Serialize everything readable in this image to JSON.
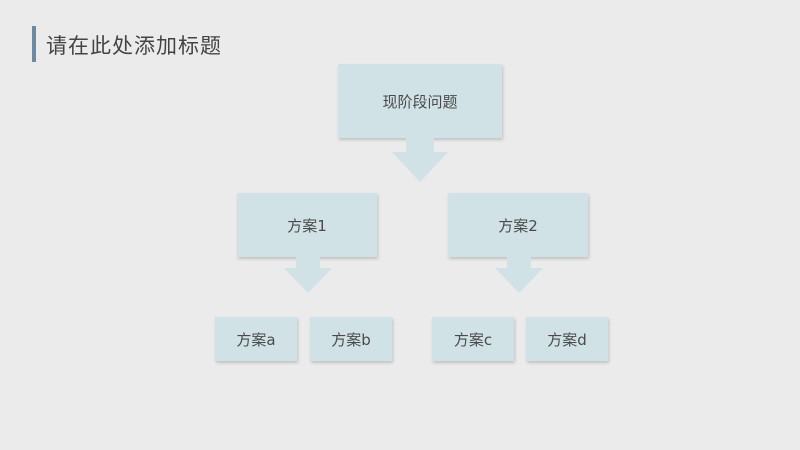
{
  "slide": {
    "title": "请在此处添加标题"
  },
  "diagram": {
    "root": {
      "label": "现阶段问题"
    },
    "level2": [
      {
        "label": "方案1"
      },
      {
        "label": "方案2"
      }
    ],
    "level3": [
      {
        "label": "方案a"
      },
      {
        "label": "方案b"
      },
      {
        "label": "方案c"
      },
      {
        "label": "方案d"
      }
    ]
  },
  "colors": {
    "box_fill": "#d0e2e6",
    "accent_bar": "#6d8aa0",
    "background": "#ebebeb"
  }
}
